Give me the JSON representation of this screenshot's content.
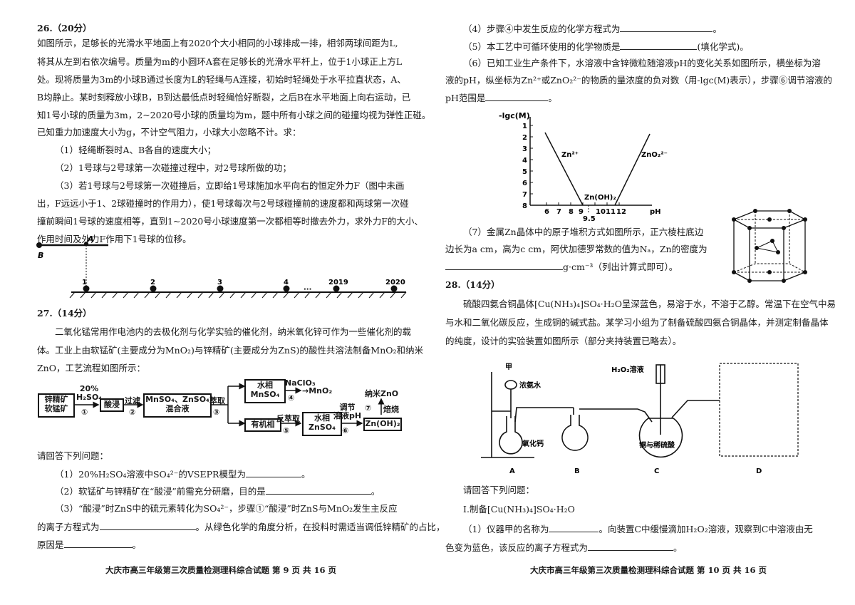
{
  "left": {
    "q26": {
      "heading": "26.（20分）",
      "lines": [
        "如图所示，足够长的光滑水平地面上有2020个大小相同的小球排成一排，相邻两球间距为L,",
        "将其从左到右依次编号。质量为m的小圆环A套在足够长的光滑水平杆上，位于1小球正上方L",
        "处。现将质量为3m的小球B通过长度为L的轻绳与A连接，初始时轻绳处于水平拉直状态，A、",
        "B均静止。某时刻释放小球B，B到达最低点时轻绳恰好断裂，之后B在水平地面上向右运动，已",
        "知1号小球的质量为3m，2~2020号小球的质量均为m，题中所有小球之间的碰撞均视为弹性正碰。",
        "已知重力加速度大小为g，不计空气阻力，小球大小忽略不计。求："
      ],
      "sub1": "（1）轻绳断裂时A、B各自的速度大小；",
      "sub2": "（2）1号球与2号球第一次碰撞过程中，对2号球所做的功；",
      "sub3_lines": [
        "（3）若1号球与2号球第一次碰撞后，立即给1号球施加水平向右的恒定外力F（图中未画",
        "出，F远远小于1、2球碰撞时的作用力），使1号球每次与2号球碰撞前的速度都和两球第一次碰",
        "撞前瞬间1号球的速度相等，直到1~2020号小球速度第一次都相等时撤去外力，求外力F的大小、",
        "作用时间及外力F作用下1号球的位移。"
      ],
      "figure": {
        "label_A": "A",
        "label_B": "B",
        "balls": [
          "1",
          "2",
          "3",
          "4",
          "2019",
          "2020"
        ],
        "dots": "···"
      }
    },
    "q27": {
      "heading": "27.（14分）",
      "lines": [
        "二氧化锰常用作电池内的去极化剂与化学实验的催化剂，纳米氧化锌可作为一些催化剂的载",
        "体。工业上由软锰矿(主要成分为MnO₂)与锌精矿(主要成分为ZnS)的酸性共溶法制备MnO₂和纳米",
        "ZnO，工艺流程如图所示："
      ],
      "flow": {
        "start": "锌精矿\n软锰矿",
        "acid": "20%\nH₂SO₄",
        "s1": "①",
        "leach": "酸浸",
        "filter": "过滤",
        "s2": "②",
        "mixed": "MnSO₄、ZnSO₄\n混合液",
        "extract": "萃取",
        "s3": "③",
        "water1": "水相\nMnSO₄",
        "naclo3": "NaClO₃",
        "s4": "④",
        "mno2": "→MnO₂",
        "organic": "有机相",
        "back": "反萃取",
        "s5": "⑤",
        "water2": "水相\nZnSO₄",
        "adjust": "调节\n溶液pH",
        "s6": "⑥",
        "znoh": "Zn(OH)₂",
        "nano": "纳米ZnO",
        "calcine": "焙烧",
        "s7": "⑦"
      },
      "ask": "请回答下列问题：",
      "a1": "（1）20%H₂SO₄溶液中SO₄²⁻的VSEPR模型为",
      "a1_end": "。",
      "a2": "（2）软锰矿与锌精矿在“酸浸”前需充分研磨，目的是",
      "a2_end": "。",
      "a3_l1": "（3）“酸浸”时ZnS中的硫元素转化为SO₄²⁻，步骤①“酸浸”时ZnS与MnO₂发生主反应",
      "a3_l2a": "的离子方程式为",
      "a3_l2b": "。从绿色化学的角度分析，在投料时需适当调低锌精矿的占比，",
      "a3_l3a": "原因是",
      "a3_l3b": "。"
    },
    "footer": "大庆市高三年级第三次质量检测理科综合试题  第 9 页 共 16 页"
  },
  "right": {
    "q27cont": {
      "a4a": "（4）步骤④中发生反应的化学方程式为",
      "a4b": "。",
      "a5a": "（5）本工艺中可循环使用的化学物质是",
      "a5b": "(填化学式)。",
      "a6_l1": "（6）已知工业生产条件下，水溶液中含锌微粒随溶液pH的变化关系如图所示，横坐标为溶",
      "a6_l2": "液的pH，纵坐标为Zn²⁺或ZnO₂²⁻的物质的量浓度的负对数（用-lgc(M)表示），步骤⑥调节溶液的",
      "a6_l3a": "pH范围是",
      "a6_l3b": "。",
      "a7_l1": "（7）金属Zn晶体中的原子堆积方式如图所示，正六棱柱底边",
      "a7_l2": "边长为a cm，高为c cm，阿伏加德罗常数的值为Nₐ，Zn的密度为",
      "a7_l3b": "g·cm⁻³（列出计算式即可）。"
    },
    "graph": {
      "ylabel": "-lgc(M)",
      "xlabel": "pH",
      "yticks": [
        "1",
        "2",
        "3",
        "4",
        "5",
        "6",
        "7",
        "8"
      ],
      "xticks": [
        "6",
        "7",
        "8",
        "9",
        "10",
        "11",
        "12"
      ],
      "xtick_extra": "9.5",
      "label_zn": "Zn²⁺",
      "label_zno2": "ZnO₂²⁻",
      "label_znoh": "Zn(OH)₂"
    },
    "q28": {
      "heading": "28.（14分）",
      "lines": [
        "硫酸四氨合铜晶体[Cu(NH₃)₄]SO₄·H₂O呈深蓝色，易溶于水，不溶于乙醇。常温下在空气中易",
        "与水和二氧化碳反应，生成铜的碱式盐。某学习小组为了制备硫酸四氨合铜晶体，并测定制备晶体",
        "的纯度，设计的实验装置如图所示（部分夹持装置已略去）。"
      ],
      "apparatus": {
        "jia": "甲",
        "ammonia": "浓氨水",
        "h2o2": "H₂O₂溶液",
        "cao": "氧化钙",
        "cu": "铜与稀硫酸",
        "A": "A",
        "B": "B",
        "C": "C",
        "D": "D"
      },
      "ask": "请回答下列问题：",
      "part1": "I.制备[Cu(NH₃)₄]SO₄·H₂O",
      "b1_l1a": "（1）仪器甲的名称为",
      "b1_l1b": "。向装置C中缓慢滴加H₂O₂溶液，观察到C中溶液由无",
      "b1_l2a": "色变为蓝色，该反应的离子方程式为",
      "b1_l2b": "。"
    },
    "footer": "大庆市高三年级第三次质量检测理科综合试题  第 10 页 共 16 页"
  }
}
